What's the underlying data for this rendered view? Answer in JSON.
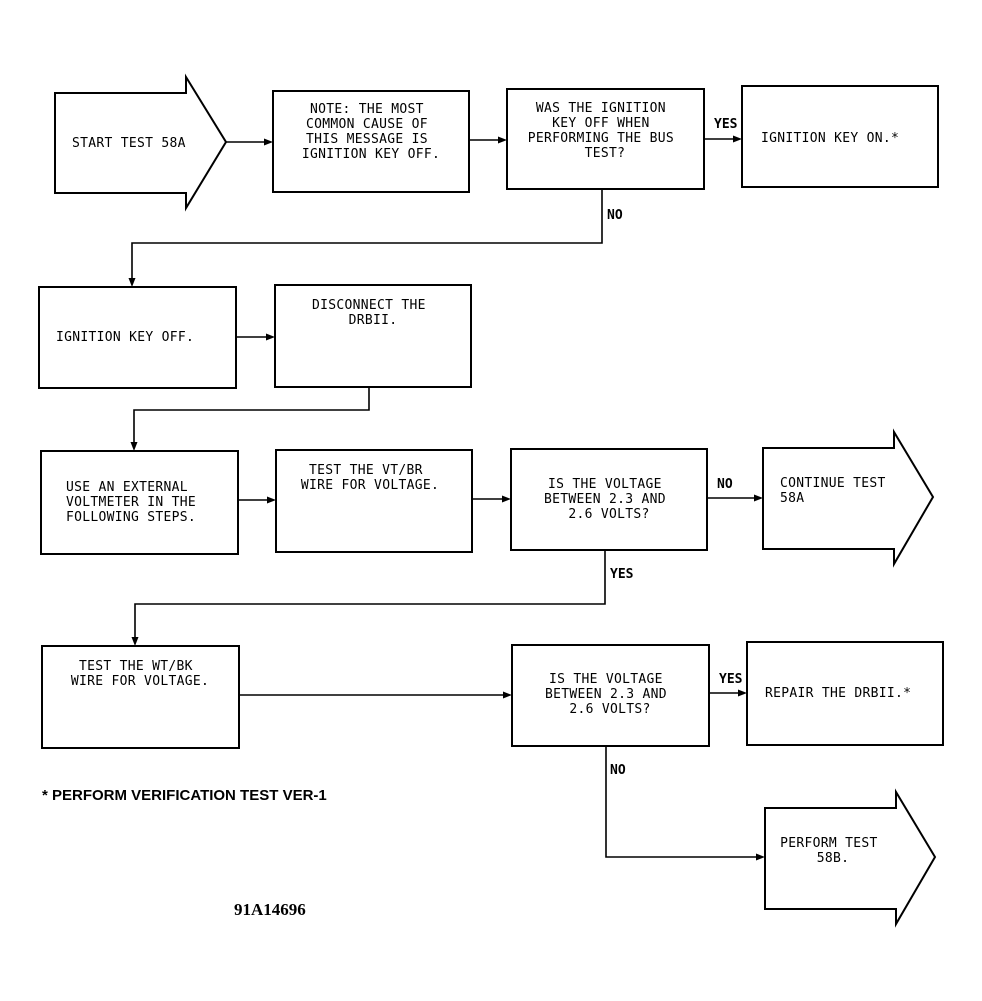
{
  "nodes": {
    "start": [
      "START TEST 58A"
    ],
    "note": [
      "NOTE: THE MOST",
      "COMMON CAUSE OF",
      "THIS MESSAGE IS",
      "IGNITION KEY OFF."
    ],
    "q_key_off": [
      "WAS THE IGNITION",
      "KEY OFF WHEN",
      "PERFORMING THE BUS",
      "TEST?"
    ],
    "key_on": [
      "IGNITION KEY ON.*"
    ],
    "key_off": [
      "IGNITION KEY OFF."
    ],
    "disconnect": [
      "DISCONNECT THE",
      "DRBII."
    ],
    "use_voltmeter": [
      "USE AN EXTERNAL",
      "VOLTMETER IN THE",
      "FOLLOWING STEPS."
    ],
    "test_vtbr": [
      "TEST THE VT/BR",
      "WIRE FOR VOLTAGE."
    ],
    "q_voltage_1": [
      "IS THE VOLTAGE",
      "BETWEEN 2.3 AND",
      "2.6 VOLTS?"
    ],
    "continue": [
      "CONTINUE TEST",
      "58A"
    ],
    "test_wtbk": [
      "TEST THE WT/BK",
      "WIRE FOR VOLTAGE."
    ],
    "q_voltage_2": [
      "IS THE VOLTAGE",
      "BETWEEN 2.3 AND",
      "2.6 VOLTS?"
    ],
    "repair": [
      "REPAIR THE DRBII.*"
    ],
    "perform_58b": [
      "PERFORM TEST",
      "58B."
    ]
  },
  "labels": {
    "yes1": "YES",
    "no1": "NO",
    "no2": "NO",
    "yes2": "YES",
    "yes3": "YES",
    "no3": "NO"
  },
  "footnote": "* PERFORM VERIFICATION TEST VER-1",
  "figure_code": "91A14696"
}
